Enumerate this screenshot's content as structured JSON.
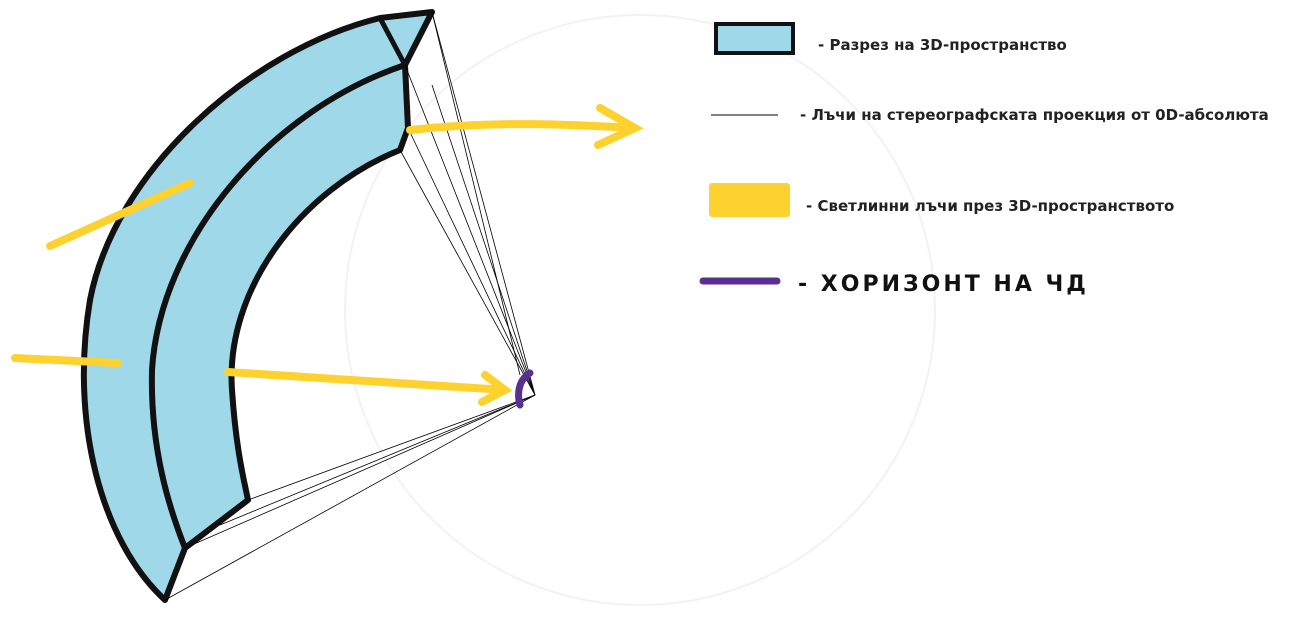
{
  "colors": {
    "space": "#9fd8e8",
    "outline": "#111111",
    "light": "#fdd22f",
    "horizon": "#5b2e91",
    "ray": "#000000"
  },
  "legend": [
    {
      "symbol": "blue-box",
      "label": "- Разрез на 3D-пространство"
    },
    {
      "symbol": "thin-line",
      "label": "- Лъчи на стереографската проекция от 0D-абсолюта"
    },
    {
      "symbol": "yellow-box",
      "label": "- Светлинни лъчи през 3D-пространството"
    },
    {
      "symbol": "purple-line",
      "label": "- ХОРИЗОНТ НА ЧД"
    }
  ]
}
